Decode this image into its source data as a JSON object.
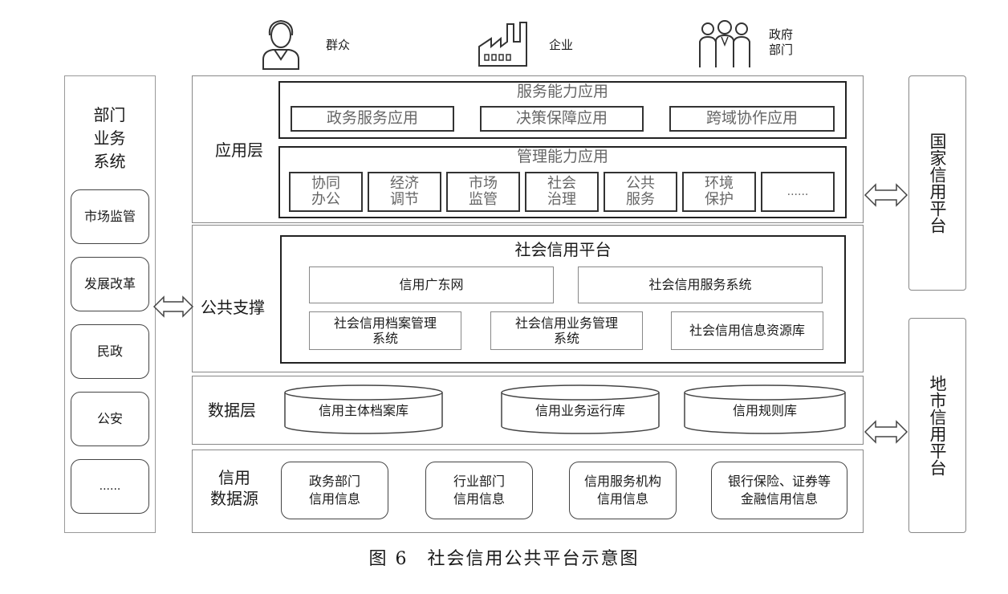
{
  "actors": [
    {
      "label": "群众",
      "icon": "person-icon"
    },
    {
      "label": "企业",
      "icon": "factory-icon"
    },
    {
      "label": "政府\n部门",
      "icon": "group-icon"
    }
  ],
  "left_panel": {
    "title": "部门\n业务\n系统",
    "items": [
      "市场监管",
      "发展改革",
      "民政",
      "公安",
      "......"
    ]
  },
  "layers": {
    "app": {
      "label": "应用层",
      "service": {
        "title": "服务能力应用",
        "items": [
          "政务服务应用",
          "决策保障应用",
          "跨域协作应用"
        ]
      },
      "manage": {
        "title": "管理能力应用",
        "items": [
          "协同\n办公",
          "经济\n调节",
          "市场\n监管",
          "社会\n治理",
          "公共\n服务",
          "环境\n保护",
          "......"
        ]
      }
    },
    "support": {
      "label": "公共支撑",
      "platform_title": "社会信用平台",
      "row1": [
        "信用广东网",
        "社会信用服务系统"
      ],
      "row2": [
        "社会信用档案管理\n系统",
        "社会信用业务管理\n系统",
        "社会信用信息资源库"
      ]
    },
    "data": {
      "label": "数据层",
      "dbs": [
        "信用主体档案库",
        "信用业务运行库",
        "信用规则库"
      ]
    },
    "source": {
      "label": "信用\n数据源",
      "items": [
        "政务部门\n信用信息",
        "行业部门\n信用信息",
        "信用服务机构\n信用信息",
        "银行保险、证券等\n金融信用信息"
      ]
    }
  },
  "right_panels": [
    "国家信用平台",
    "地市信用平台"
  ],
  "caption": "图 6　社会信用公共平台示意图"
}
